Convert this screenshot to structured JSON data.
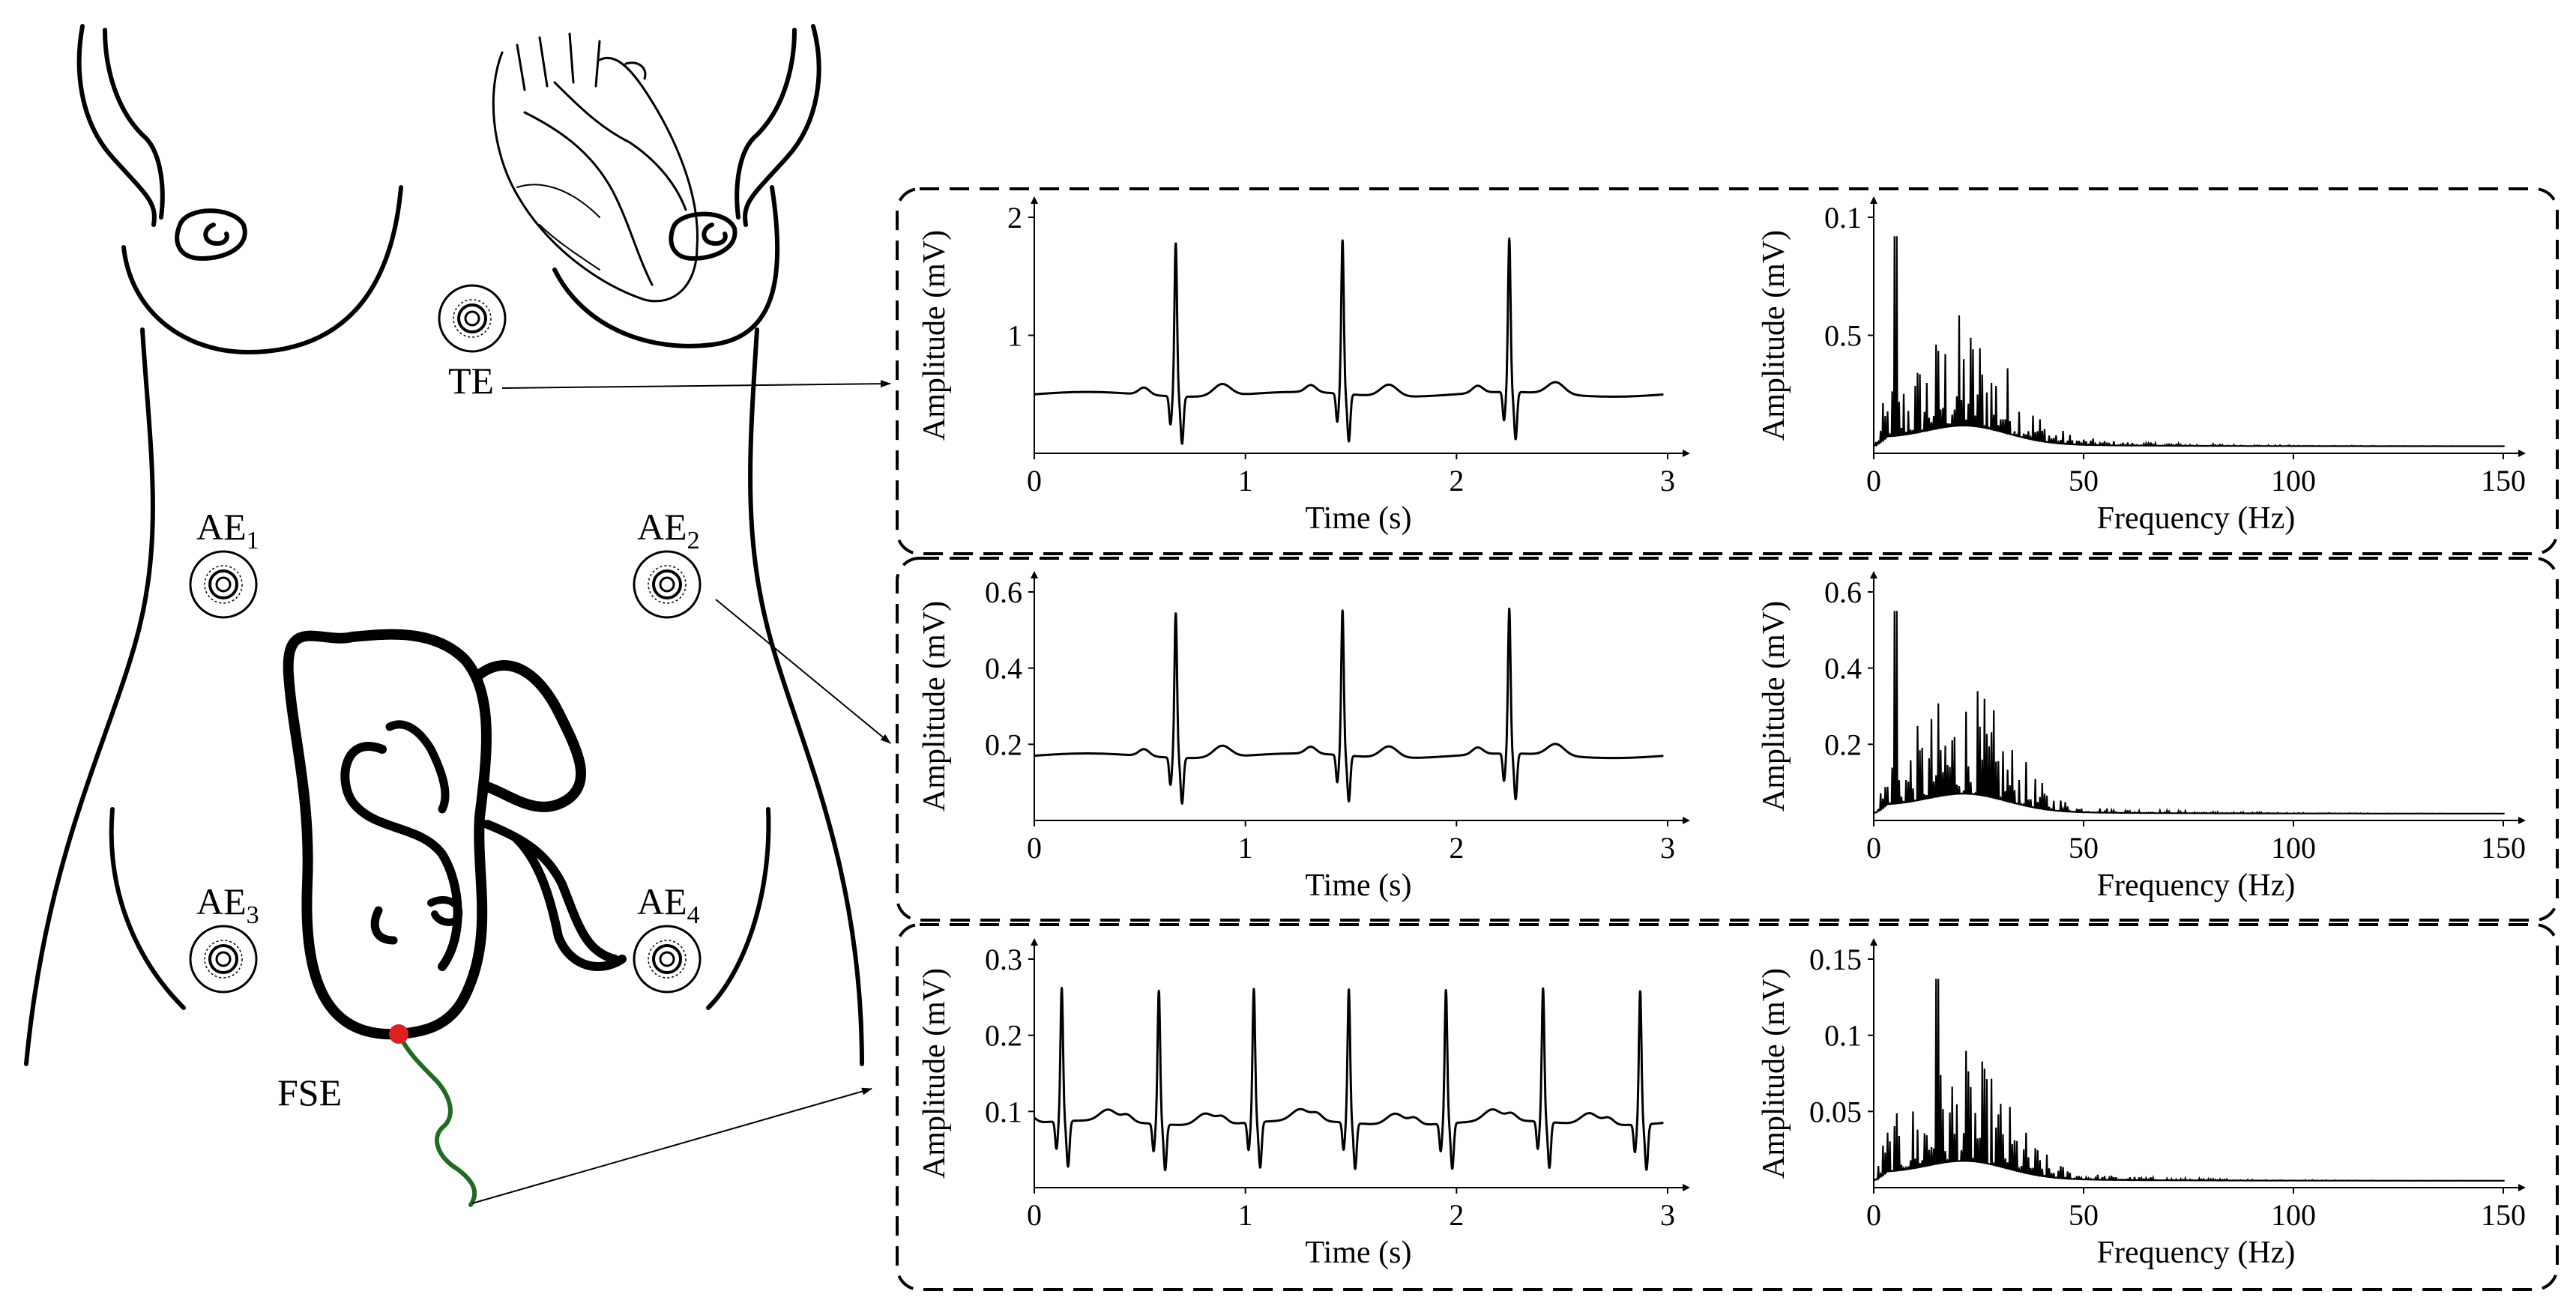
{
  "labels": {
    "te": "TE",
    "fse": "FSE",
    "ae1": "AE",
    "ae1_sub": "1",
    "ae2": "AE",
    "ae2_sub": "2",
    "ae3": "AE",
    "ae3_sub": "3",
    "ae4": "AE",
    "ae4_sub": "4"
  },
  "colors": {
    "ink": "#000000",
    "fse_electrode": "#e02020",
    "fse_wire": "#1f6b1f"
  },
  "chart_data": [
    {
      "panel": "te",
      "kind": "time",
      "type": "line",
      "xlabel": "Time (s)",
      "ylabel": "Amplitude (mV)",
      "xlim": [
        0,
        3
      ],
      "ylim": [
        0,
        2
      ],
      "xticks": [
        "0",
        "1",
        "2",
        "3"
      ],
      "yticks": [
        "1",
        "2"
      ],
      "ytick_values": [
        1,
        2
      ],
      "baseline": 0.5,
      "r_peak": 1.8,
      "beat_times": [
        0.67,
        1.46,
        2.25
      ]
    },
    {
      "panel": "te",
      "kind": "spectrum",
      "type": "line",
      "xlabel": "Frequency (Hz)",
      "ylabel": "Amplitude (mV)",
      "xlim": [
        0,
        150
      ],
      "ylim": [
        0,
        0.1
      ],
      "xticks": [
        "0",
        "50",
        "100",
        "150"
      ],
      "yticks": [
        "0.5",
        "0.1"
      ],
      "ytick_values": [
        0.05,
        0.1
      ],
      "peak": 0.092,
      "peak_freq": 5
    },
    {
      "panel": "ae2",
      "kind": "time",
      "type": "line",
      "xlabel": "Time (s)",
      "ylabel": "Amplitude (mV)",
      "xlim": [
        0,
        3
      ],
      "ylim": [
        0,
        0.6
      ],
      "xticks": [
        "0",
        "1",
        "2",
        "3"
      ],
      "yticks": [
        "0.2",
        "0.4",
        "0.6"
      ],
      "ytick_values": [
        0.2,
        0.4,
        0.6
      ],
      "baseline": 0.17,
      "r_peak": 0.55,
      "beat_times": [
        0.67,
        1.46,
        2.25
      ]
    },
    {
      "panel": "ae2",
      "kind": "spectrum",
      "type": "line",
      "xlabel": "Frequency (Hz)",
      "ylabel": "Amplitude (mV)",
      "xlim": [
        0,
        150
      ],
      "ylim": [
        0,
        0.6
      ],
      "xticks": [
        "0",
        "50",
        "100",
        "150"
      ],
      "yticks": [
        "0.2",
        "0.4",
        "0.6"
      ],
      "ytick_values": [
        0.2,
        0.4,
        0.6
      ],
      "peak": 0.55,
      "peak_freq": 5
    },
    {
      "panel": "fse",
      "kind": "time",
      "type": "line",
      "xlabel": "Time (s)",
      "ylabel": "Amplitude (mV)",
      "xlim": [
        0,
        3
      ],
      "ylim": [
        0,
        0.3
      ],
      "xticks": [
        "0",
        "1",
        "2",
        "3"
      ],
      "yticks": [
        "0.1",
        "0.2",
        "0.3"
      ],
      "ytick_values": [
        0.1,
        0.2,
        0.3
      ],
      "baseline": 0.085,
      "r_peak": 0.26,
      "beat_times": [
        0.13,
        0.59,
        1.04,
        1.49,
        1.95,
        2.41,
        2.87
      ]
    },
    {
      "panel": "fse",
      "kind": "spectrum",
      "type": "line",
      "xlabel": "Frequency (Hz)",
      "ylabel": "Amplitude (mV)",
      "xlim": [
        0,
        150
      ],
      "ylim": [
        0,
        0.15
      ],
      "xticks": [
        "0",
        "50",
        "100",
        "150"
      ],
      "yticks": [
        "0.05",
        "0.1",
        "0.15"
      ],
      "ytick_values": [
        0.05,
        0.1,
        0.15
      ],
      "peak": 0.137,
      "peak_freq": 15
    }
  ]
}
